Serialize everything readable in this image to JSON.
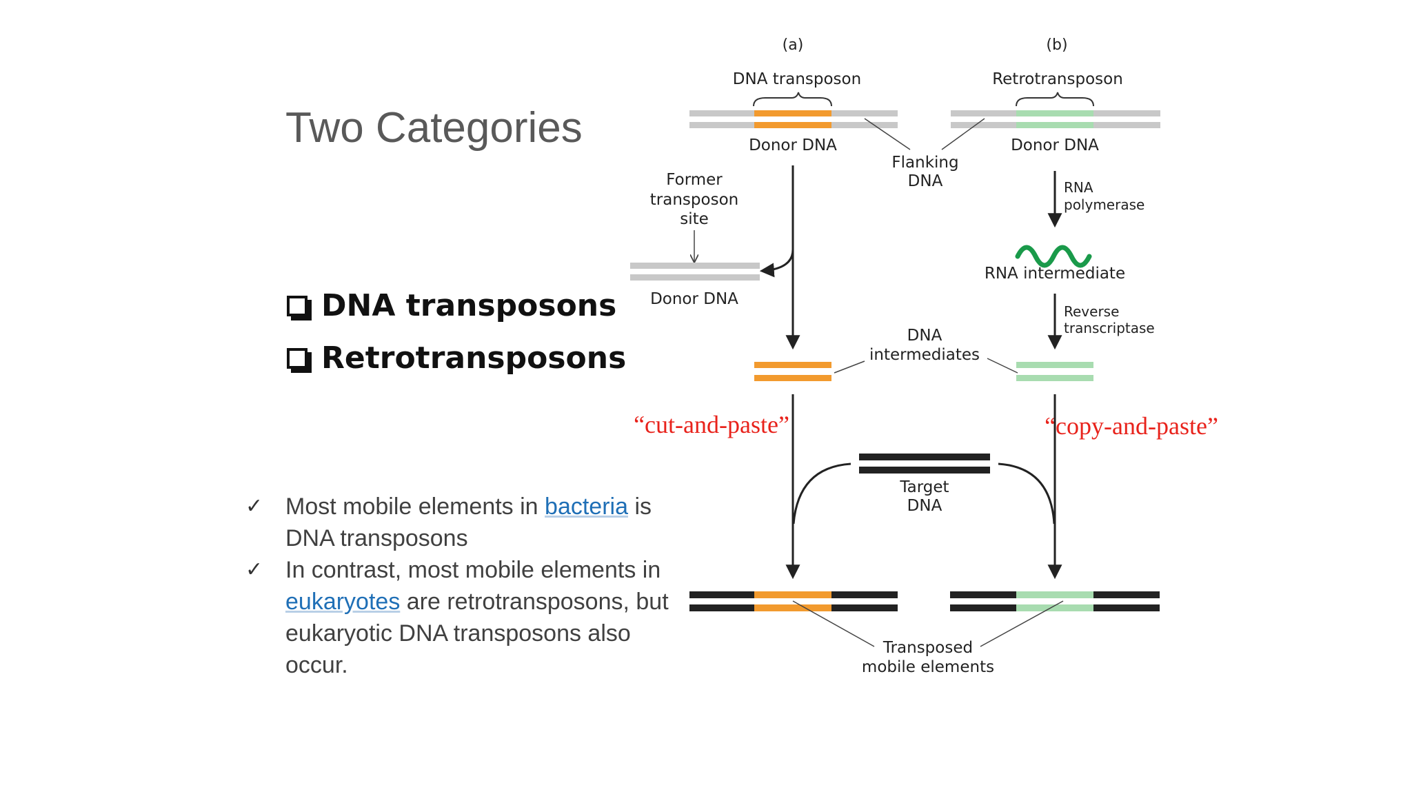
{
  "slide": {
    "title": "Two Categories",
    "categories": [
      {
        "label": "DNA transposons"
      },
      {
        "label": "Retrotransposons"
      }
    ],
    "bullets": [
      {
        "before": "Most mobile elements in ",
        "link": "bacteria",
        "after": " is DNA transposons"
      },
      {
        "before": "In contrast, most mobile elements in ",
        "link": "eukaryotes",
        "after": " are retrotransposons, but eukaryotic DNA transposons also occur."
      }
    ]
  },
  "diagram": {
    "panel_a": "(a)",
    "panel_b": "(b)",
    "dna_transposon": "DNA transposon",
    "retrotransposon": "Retrotransposon",
    "donor_dna_a": "Donor DNA",
    "donor_dna_b": "Donor DNA",
    "flanking_1": "Flanking",
    "flanking_2": "DNA",
    "former_1": "Former",
    "former_2": "transposon",
    "former_3": "site",
    "donor_dna_left": "Donor DNA",
    "rna_pol_1": "RNA",
    "rna_pol_2": "polymerase",
    "rna_intermediate": "RNA intermediate",
    "rt_1": "Reverse",
    "rt_2": "transcriptase",
    "dna_int_1": "DNA",
    "dna_int_2": "intermediates",
    "cut_paste": "“cut-and-paste”",
    "copy_paste": "“copy-and-paste”",
    "target_1": "Target",
    "target_2": "DNA",
    "transposed_1": "Transposed",
    "transposed_2": "mobile elements",
    "colors": {
      "dna_transposon": "#f29a2e",
      "retrotransposon": "#a8dcb0",
      "rna": "#1a9a4a",
      "flanking": "#c8c8c8",
      "target": "#222222",
      "annotation": "#e8221b"
    }
  }
}
